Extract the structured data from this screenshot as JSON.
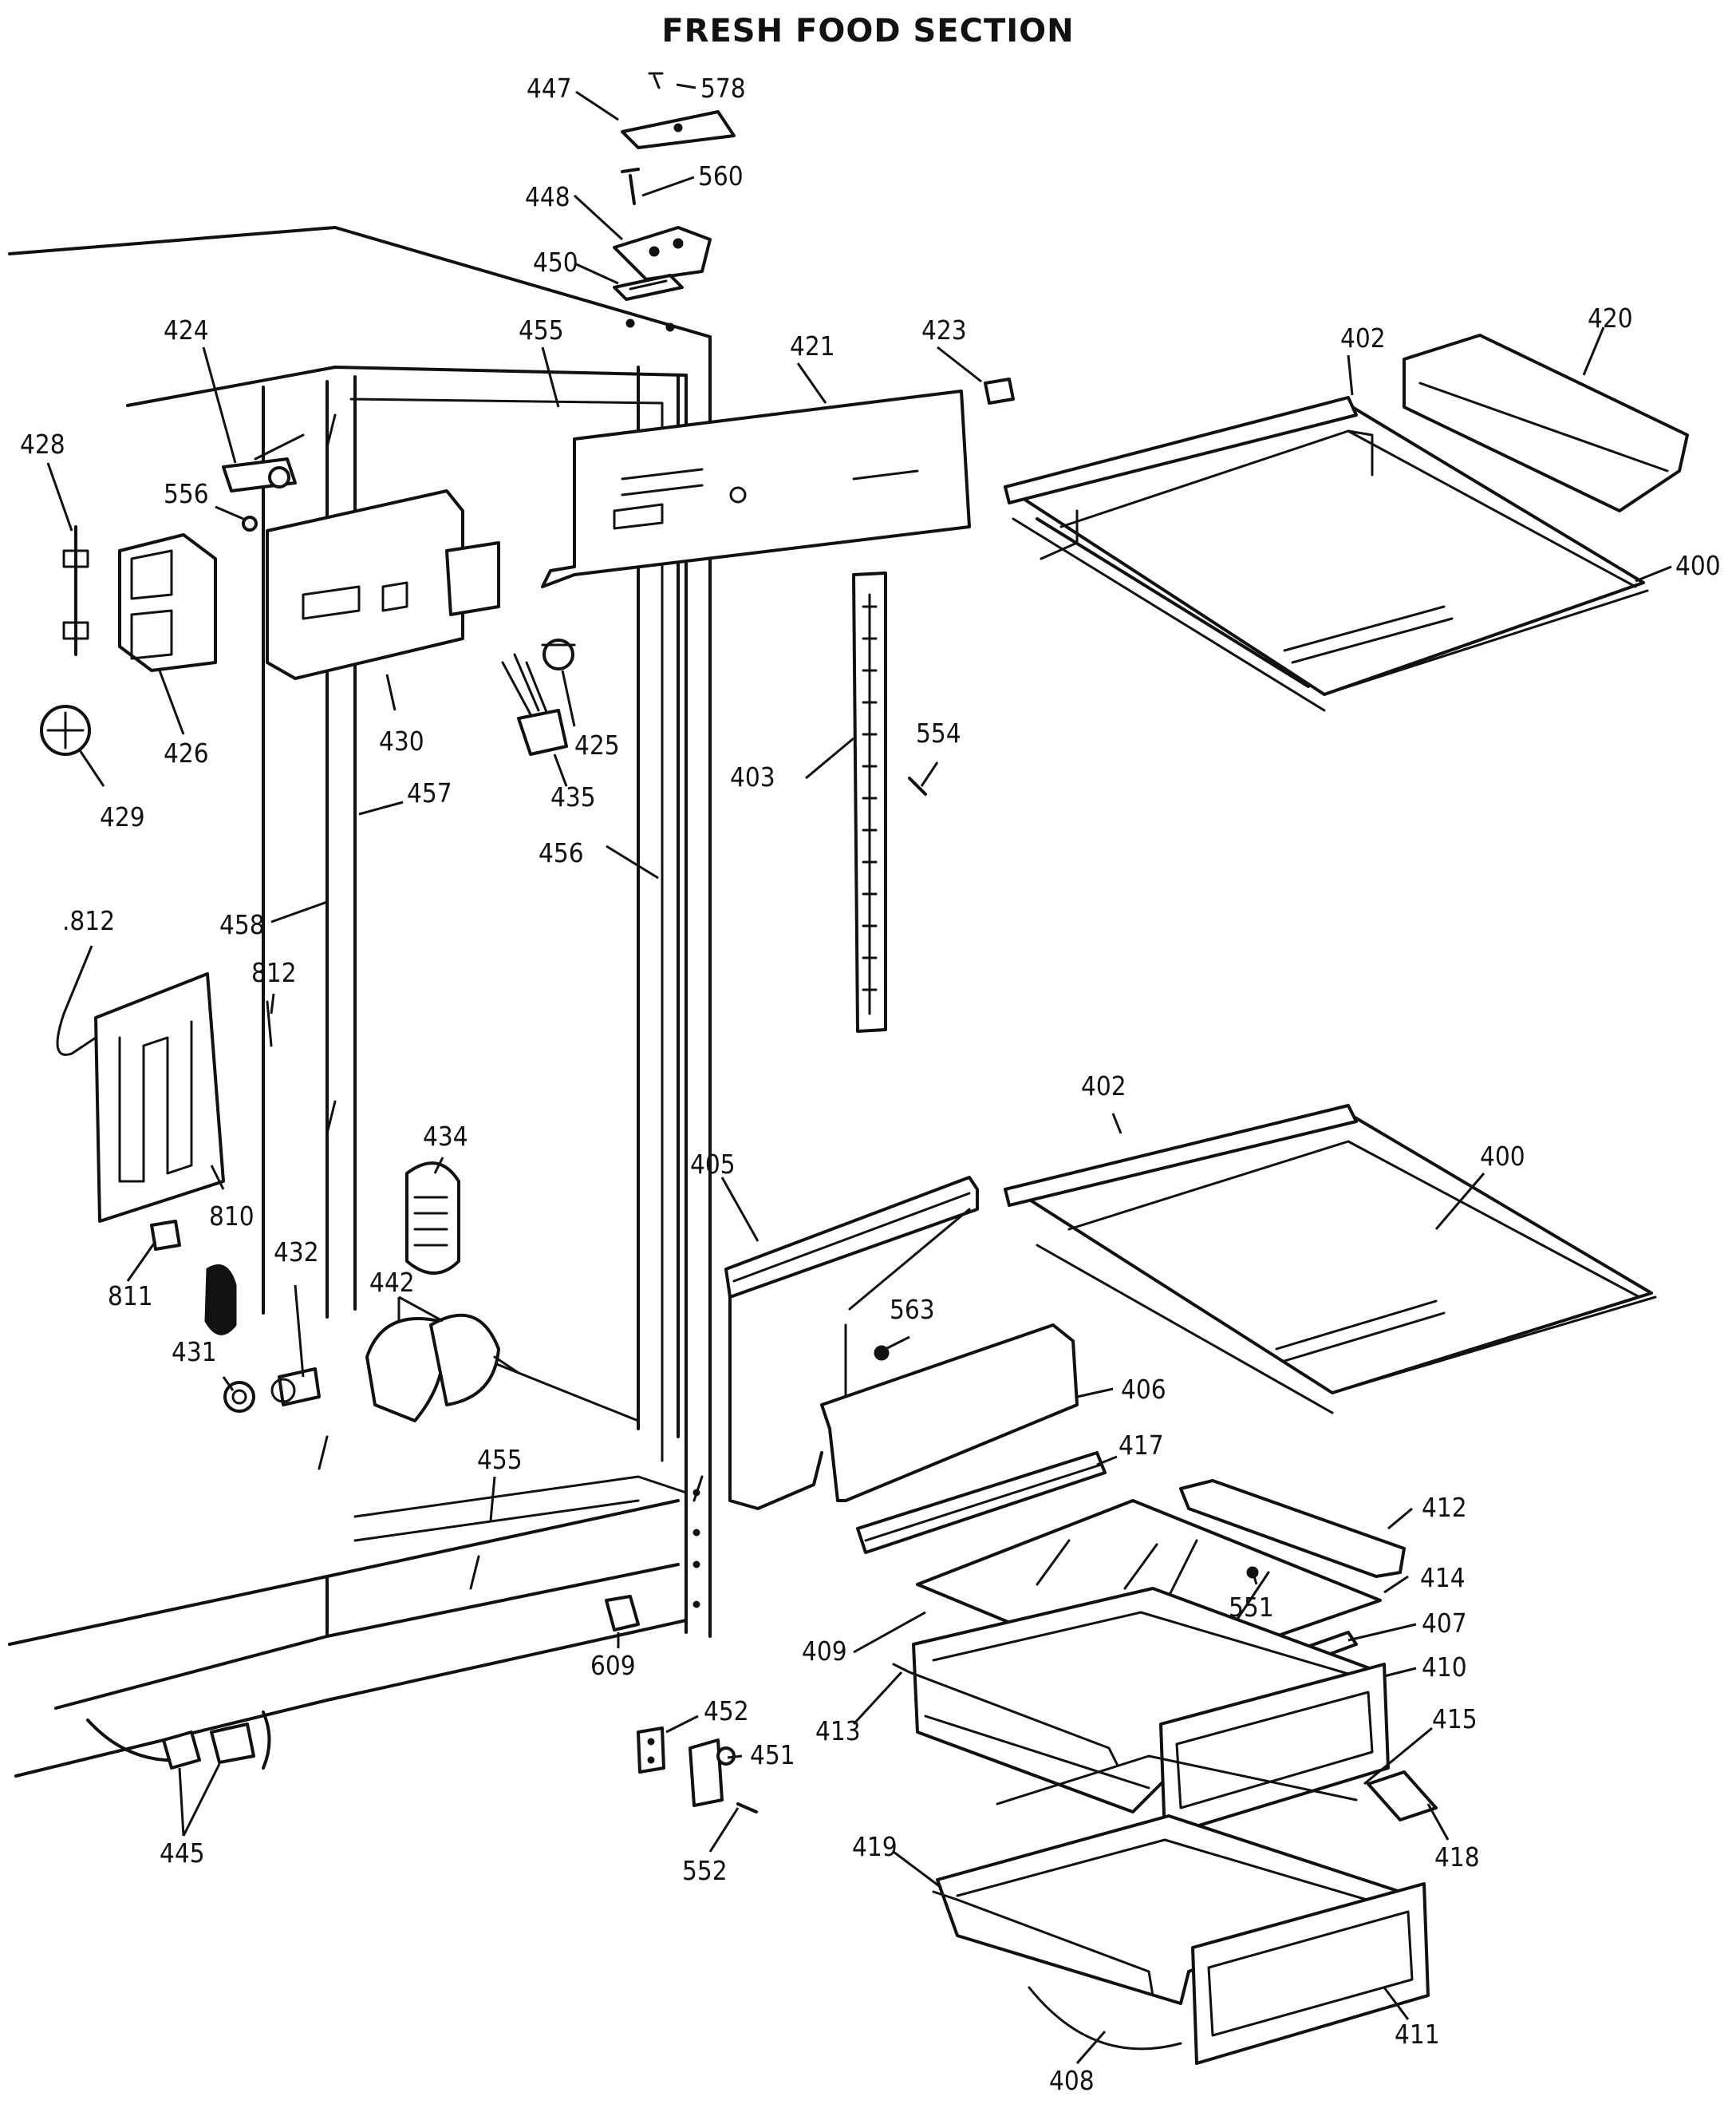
{
  "title": "FRESH FOOD SECTION",
  "callouts": [
    {
      "id": "c578",
      "text": "578"
    },
    {
      "id": "c447",
      "text": "447"
    },
    {
      "id": "c560",
      "text": "560"
    },
    {
      "id": "c448",
      "text": "448"
    },
    {
      "id": "c450",
      "text": "450"
    },
    {
      "id": "c424",
      "text": "424"
    },
    {
      "id": "c455a",
      "text": "455"
    },
    {
      "id": "c421",
      "text": "421"
    },
    {
      "id": "c423",
      "text": "423"
    },
    {
      "id": "c402a",
      "text": "402"
    },
    {
      "id": "c420",
      "text": "420"
    },
    {
      "id": "c428",
      "text": "428"
    },
    {
      "id": "c556",
      "text": "556"
    },
    {
      "id": "c400a",
      "text": "400"
    },
    {
      "id": "c426",
      "text": "426"
    },
    {
      "id": "c430",
      "text": "430"
    },
    {
      "id": "c425",
      "text": "425"
    },
    {
      "id": "c554",
      "text": "554"
    },
    {
      "id": "c457",
      "text": "457"
    },
    {
      "id": "c435",
      "text": "435"
    },
    {
      "id": "c403",
      "text": "403"
    },
    {
      "id": "c429",
      "text": "429"
    },
    {
      "id": "c456",
      "text": "456"
    },
    {
      "id": "c812a",
      "text": ".812"
    },
    {
      "id": "c458",
      "text": "458"
    },
    {
      "id": "c812b",
      "text": "812"
    },
    {
      "id": "c402b",
      "text": "402"
    },
    {
      "id": "c434",
      "text": "434"
    },
    {
      "id": "c405",
      "text": "405"
    },
    {
      "id": "c400b",
      "text": "400"
    },
    {
      "id": "c810",
      "text": "810"
    },
    {
      "id": "c432",
      "text": "432"
    },
    {
      "id": "c811",
      "text": "811"
    },
    {
      "id": "c442",
      "text": "442"
    },
    {
      "id": "c563",
      "text": "563"
    },
    {
      "id": "c431",
      "text": "431"
    },
    {
      "id": "c406",
      "text": "406"
    },
    {
      "id": "c455b",
      "text": "455"
    },
    {
      "id": "c417",
      "text": "417"
    },
    {
      "id": "c412",
      "text": "412"
    },
    {
      "id": "c414",
      "text": "414"
    },
    {
      "id": "c551",
      "text": "551"
    },
    {
      "id": "c407",
      "text": "407"
    },
    {
      "id": "c409",
      "text": "409"
    },
    {
      "id": "c609",
      "text": "609"
    },
    {
      "id": "c410",
      "text": "410"
    },
    {
      "id": "c452",
      "text": "452"
    },
    {
      "id": "c413",
      "text": "413"
    },
    {
      "id": "c415",
      "text": "415"
    },
    {
      "id": "c451",
      "text": "451"
    },
    {
      "id": "c445",
      "text": "445"
    },
    {
      "id": "c418",
      "text": "418"
    },
    {
      "id": "c552",
      "text": "552"
    },
    {
      "id": "c419",
      "text": "419"
    },
    {
      "id": "c411",
      "text": "411"
    },
    {
      "id": "c408",
      "text": "408"
    }
  ]
}
